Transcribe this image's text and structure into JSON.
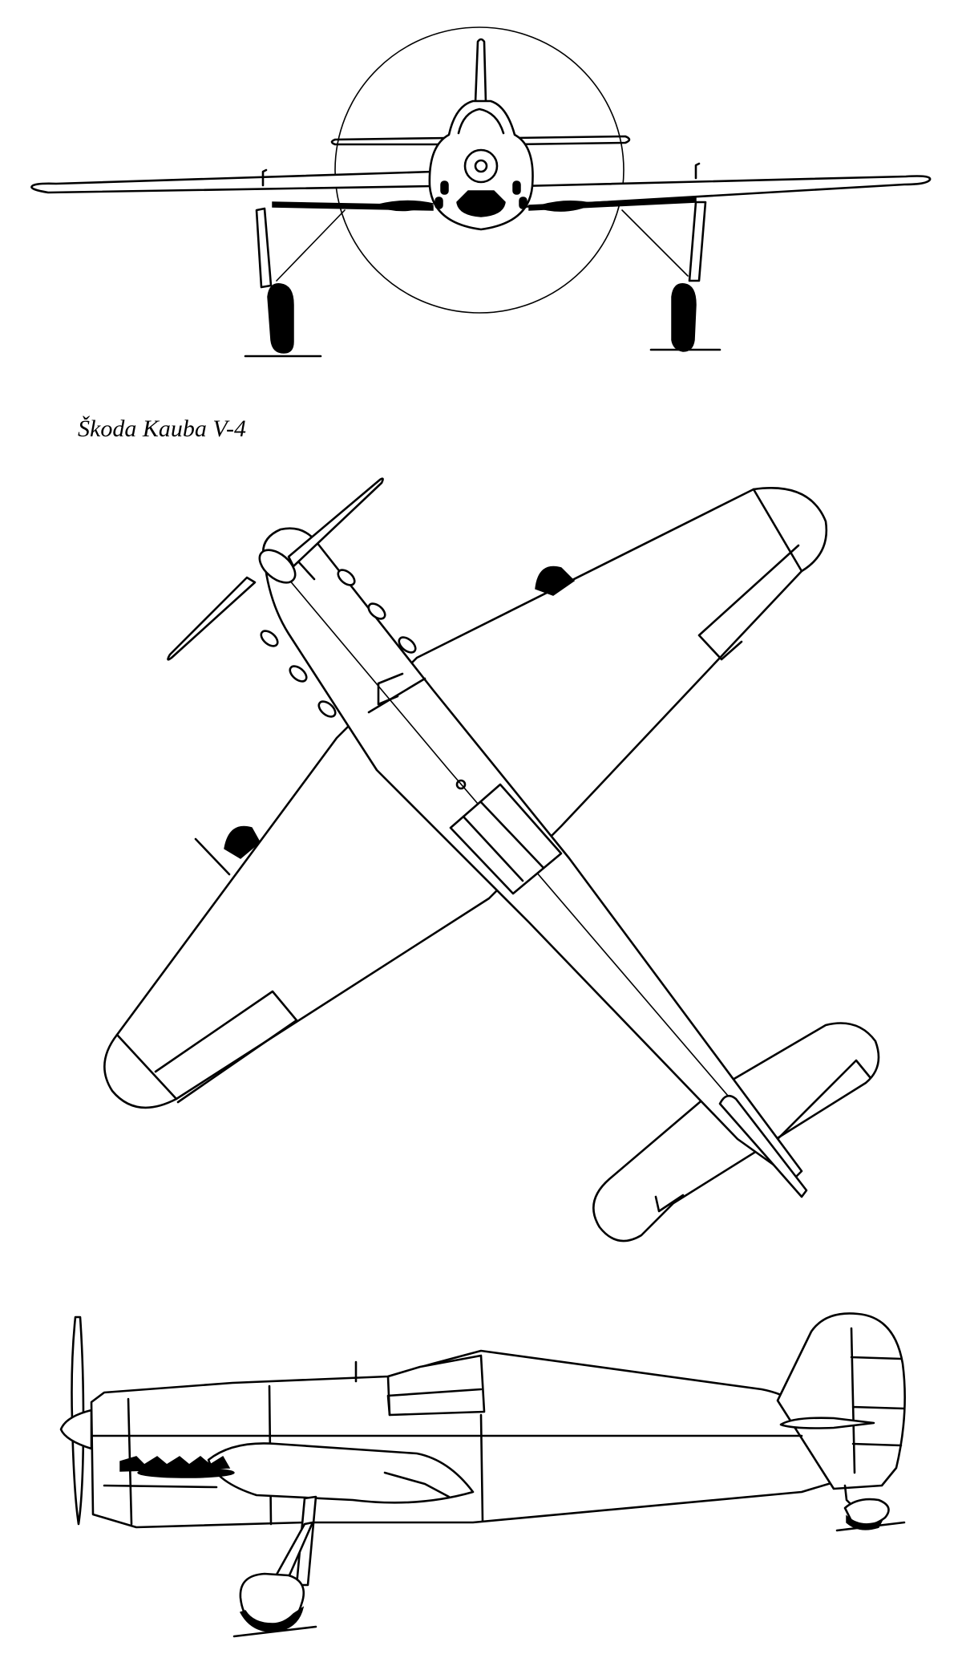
{
  "caption": "Škoda Kauba V-4",
  "views": [
    {
      "name": "front-view"
    },
    {
      "name": "top-view"
    },
    {
      "name": "side-view"
    }
  ]
}
